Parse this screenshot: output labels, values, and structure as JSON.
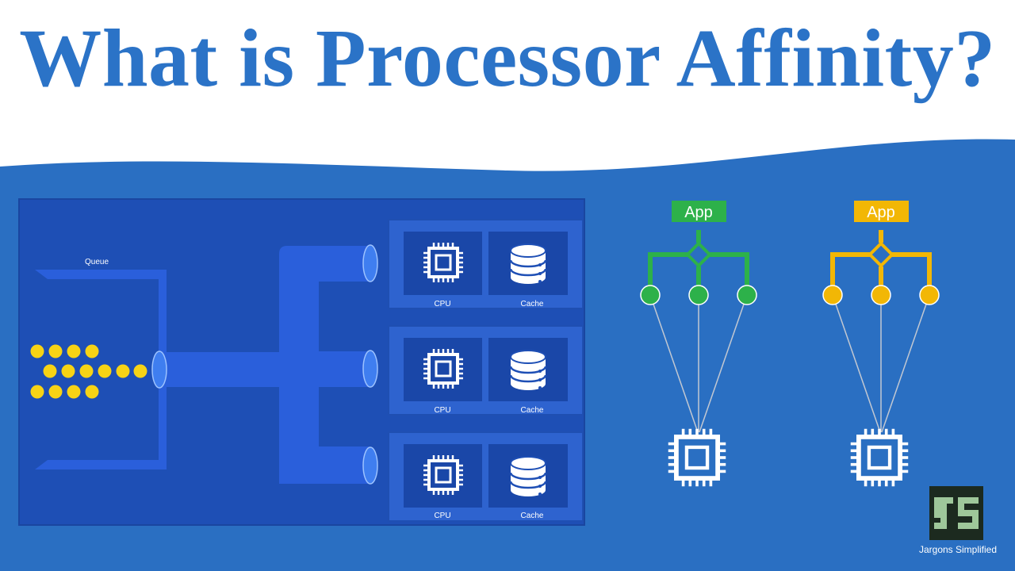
{
  "title": "What is Processor Affinity?",
  "queue_label": "Queue",
  "processors": [
    {
      "cpu_label": "CPU",
      "cache_label": "Cache"
    },
    {
      "cpu_label": "CPU",
      "cache_label": "Cache"
    },
    {
      "cpu_label": "CPU",
      "cache_label": "Cache"
    }
  ],
  "apps": [
    {
      "label": "App",
      "color": "#2db14a"
    },
    {
      "label": "App",
      "color": "#f2b705"
    }
  ],
  "brand": {
    "name": "Jargons Simplified",
    "logo_text": "JS"
  },
  "colors": {
    "background": "#2a6fc2",
    "title": "#2b73c7",
    "panel": "#1e4fb5",
    "pipe": "#2a5fdb",
    "queue_dot": "#f7d315"
  },
  "icons": [
    "cpu-chip-icon",
    "database-cache-icon",
    "logo-icon"
  ]
}
